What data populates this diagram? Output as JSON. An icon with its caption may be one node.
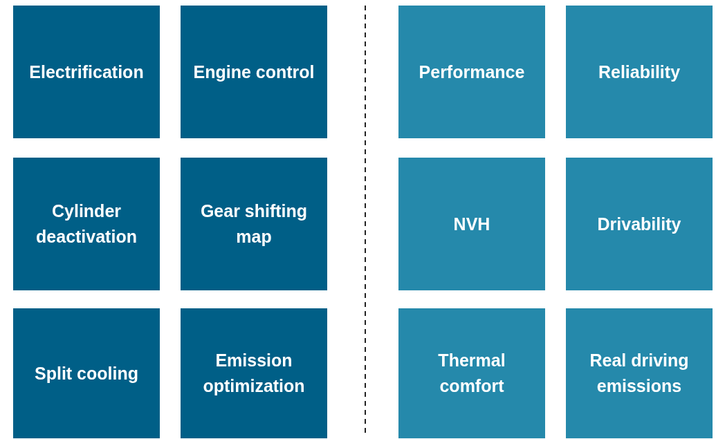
{
  "diagram": {
    "nodes": [
      {
        "text": [
          "Electrification"
        ]
      },
      {
        "text": [
          "Engine control"
        ]
      },
      {
        "text": [
          "Performance"
        ]
      },
      {
        "text": [
          "Reliability"
        ]
      },
      {
        "text": [
          "Cylinder deactivation"
        ]
      },
      {
        "text": [
          "Gear shifting map"
        ]
      },
      {
        "text": [
          "NVH"
        ]
      },
      {
        "text": [
          "Drivability"
        ]
      },
      {
        "text": [
          "Split cooling"
        ]
      },
      {
        "text": [
          "Emission optimization"
        ]
      },
      {
        "text": [
          "Thermal comfort"
        ]
      },
      {
        "text": [
          "Real driving emissions"
        ]
      }
    ]
  }
}
